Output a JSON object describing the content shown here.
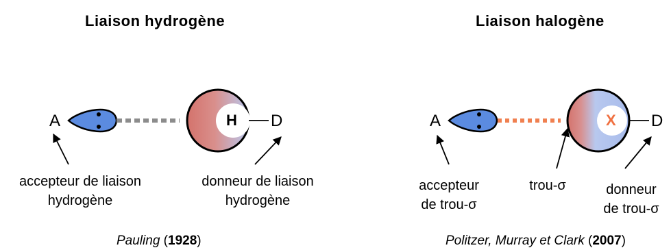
{
  "left": {
    "title": "Liaison hydrogène",
    "acceptor_atom": "A",
    "donor_center": "H",
    "donor_atom": "D",
    "acceptor_label": [
      "accepteur de liaison",
      "hydrogène"
    ],
    "donor_label": [
      "donneur de liaison",
      "hydrogène"
    ],
    "credit_name": "Pauling",
    "credit_year": "1928"
  },
  "right": {
    "title": "Liaison halogène",
    "acceptor_atom": "A",
    "donor_center": "X",
    "donor_atom": "D",
    "acceptor_label": [
      "accepteur",
      "de trou-σ"
    ],
    "hole_label": "trou-σ",
    "donor_label": [
      "donneur",
      "de trou-σ"
    ],
    "credit_name": "Politzer, Murray et Clark",
    "credit_year": "2007"
  },
  "colors": {
    "lone_pair_blue": "#5B8BE0",
    "donor_red": "#D4736C",
    "hole_blue": "#B8C8EE",
    "dotted_gray": "#8C8C8C",
    "dotted_orange": "#F08050",
    "halogen_orange": "#F07040"
  },
  "icons": [
    "lone-pair-icon",
    "atom-sphere-icon",
    "arrow-icon"
  ]
}
